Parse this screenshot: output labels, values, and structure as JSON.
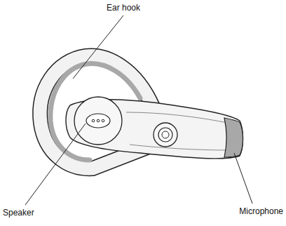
{
  "diagram": {
    "labels": [
      "Ear hook",
      "Speaker",
      "Microphone"
    ]
  }
}
